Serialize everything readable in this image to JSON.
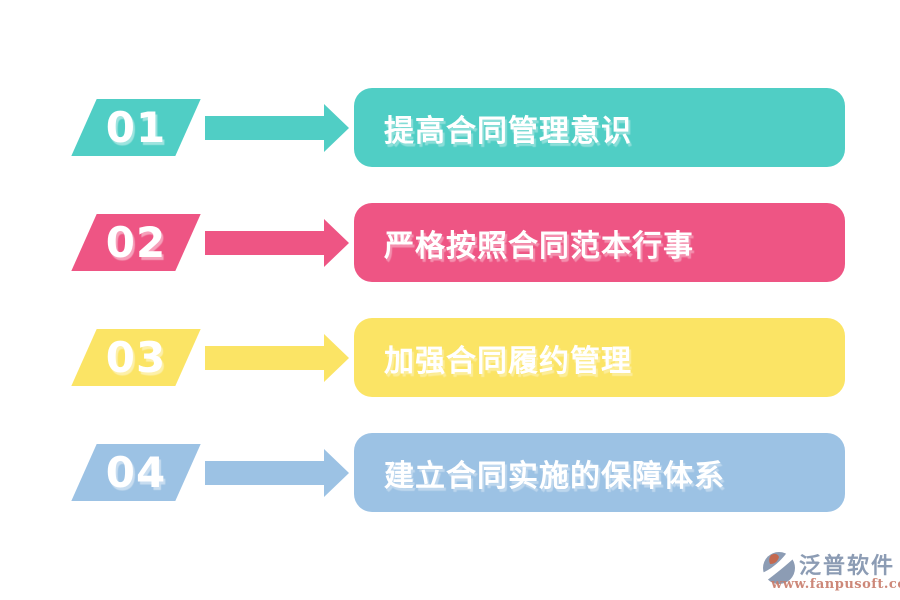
{
  "page": {
    "background": "#ffffff",
    "text_color": "#ffffff"
  },
  "steps": [
    {
      "number": "01",
      "label": "提高合同管理意识",
      "color": "#50CEC5"
    },
    {
      "number": "02",
      "label": "严格按照合同范本行事",
      "color": "#EE5584"
    },
    {
      "number": "03",
      "label": "加强合同履约管理",
      "color": "#FBE465"
    },
    {
      "number": "04",
      "label": "建立合同实施的保障体系",
      "color": "#9CC2E4"
    }
  ],
  "watermark": {
    "brand": "泛普软件",
    "url": "www.fanpusoft.com",
    "brand_color": "#8C9CB4",
    "url_color": "#C87C6B",
    "icon": "fanpu-logo-icon"
  }
}
